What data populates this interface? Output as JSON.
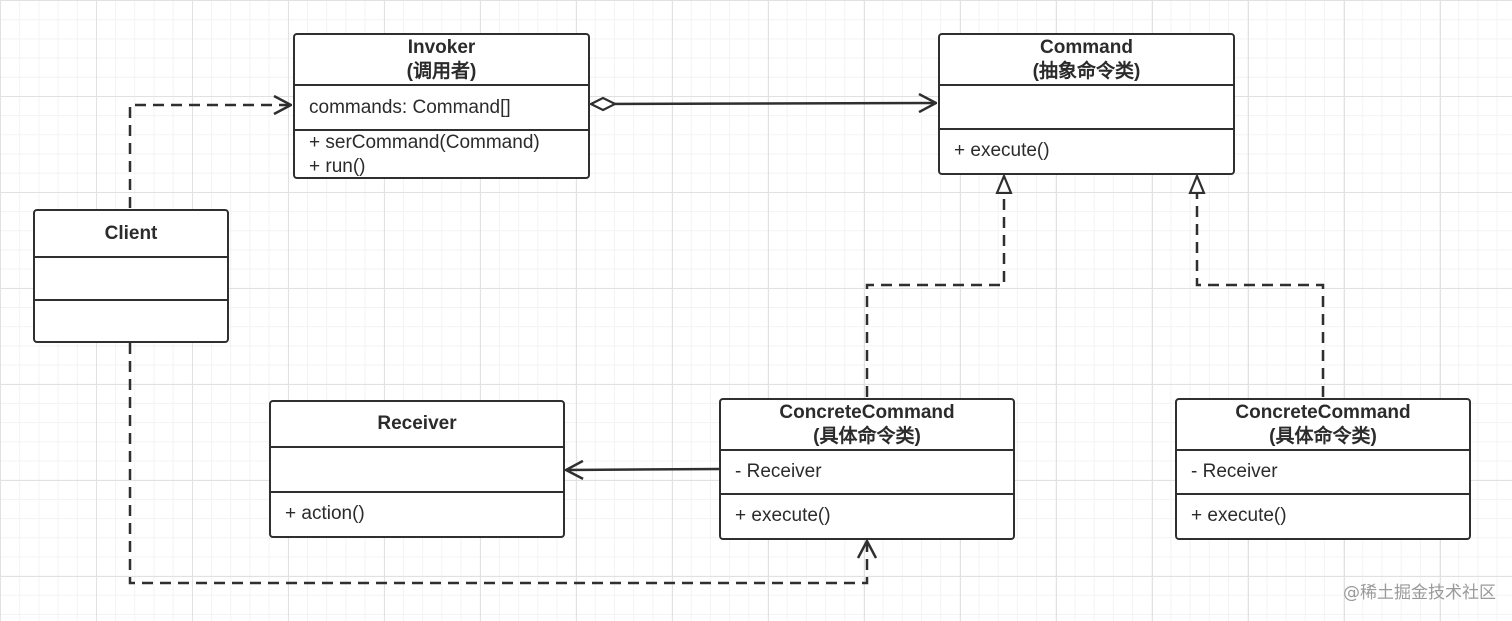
{
  "classes": {
    "invoker": {
      "title": "Invoker",
      "subtitle": "(调用者)",
      "attributes": [
        "commands: Command[]"
      ],
      "operations": [
        "+ serCommand(Command)",
        "+ run()"
      ]
    },
    "command": {
      "title": "Command",
      "subtitle": "(抽象命令类)",
      "attributes": [],
      "operations": [
        "+ execute()"
      ]
    },
    "client": {
      "title": "Client",
      "attributes": [],
      "operations": []
    },
    "receiver": {
      "title": "Receiver",
      "attributes": [],
      "operations": [
        "+ action()"
      ]
    },
    "concrete_command_1": {
      "title": "ConcreteCommand",
      "subtitle": "(具体命令类)",
      "attributes": [
        "- Receiver"
      ],
      "operations": [
        "+ execute()"
      ]
    },
    "concrete_command_2": {
      "title": "ConcreteCommand",
      "subtitle": "(具体命令类)",
      "attributes": [
        "- Receiver"
      ],
      "operations": [
        "+ execute()"
      ]
    }
  },
  "relationships": [
    {
      "from": "client",
      "to": "invoker",
      "type": "dependency"
    },
    {
      "from": "client",
      "to": "concrete_command_1",
      "type": "dependency"
    },
    {
      "from": "invoker",
      "to": "command",
      "type": "aggregation"
    },
    {
      "from": "concrete_command_1",
      "to": "command",
      "type": "realization"
    },
    {
      "from": "concrete_command_2",
      "to": "command",
      "type": "realization"
    },
    {
      "from": "concrete_command_1",
      "to": "receiver",
      "type": "association"
    }
  ],
  "watermark": "@稀土掘金技术社区",
  "colors": {
    "stroke": "#2f2f2f",
    "grid": "#e1e1e1",
    "watermark": "#9a9a9a"
  }
}
